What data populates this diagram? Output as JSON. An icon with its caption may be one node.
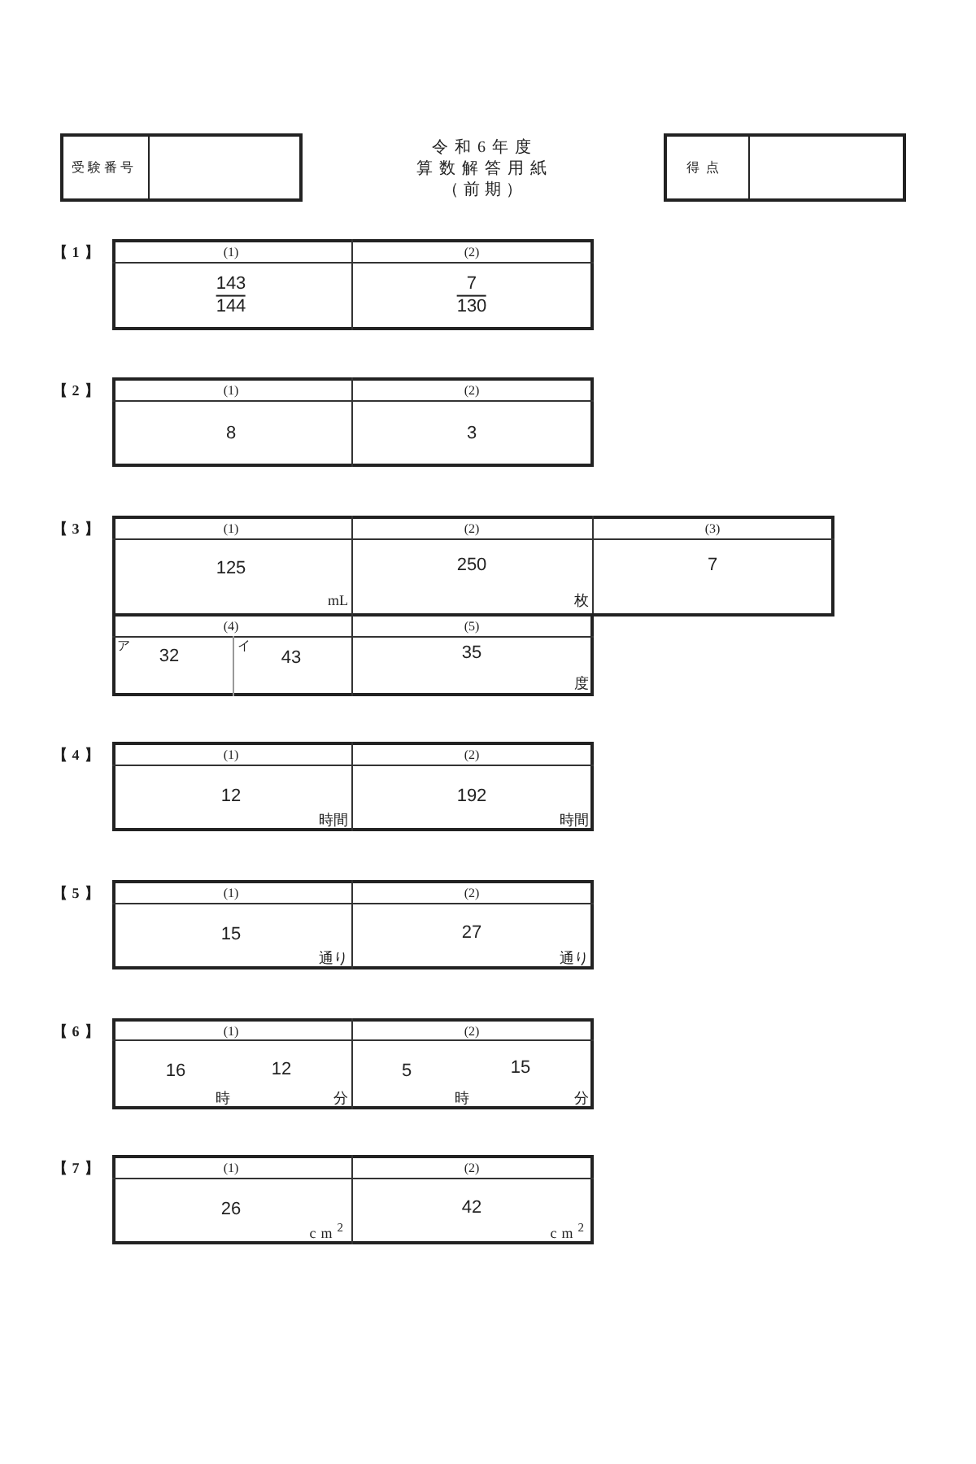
{
  "diagram": {
    "labels": [
      "受験番号",
      "令和6年度",
      "算数解答用紙",
      "（前期）",
      "得点",
      "【1】",
      "(1)",
      "(2)",
      "143",
      "144",
      "7",
      "130",
      "【2】",
      "(1)",
      "(2)",
      "8",
      "3",
      "【3】",
      "(1)",
      "(2)",
      "(3)",
      "125",
      "mL",
      "250",
      "枚",
      "7",
      "(4)",
      "(5)",
      "ア",
      "32",
      "イ",
      "43",
      "35",
      "度",
      "【4】",
      "(1)",
      "(2)",
      "12",
      "時間",
      "192",
      "時間",
      "【5】",
      "(1)",
      "(2)",
      "15",
      "通り",
      "27",
      "通り",
      "【6】",
      "(1)",
      "(2)",
      "16",
      "12",
      "時",
      "分",
      "5",
      "15",
      "時",
      "分",
      "【7】",
      "(1)",
      "(2)",
      "26",
      "cm$^{2}$",
      "42",
      "cm$^{2}$"
    ]
  }
}
